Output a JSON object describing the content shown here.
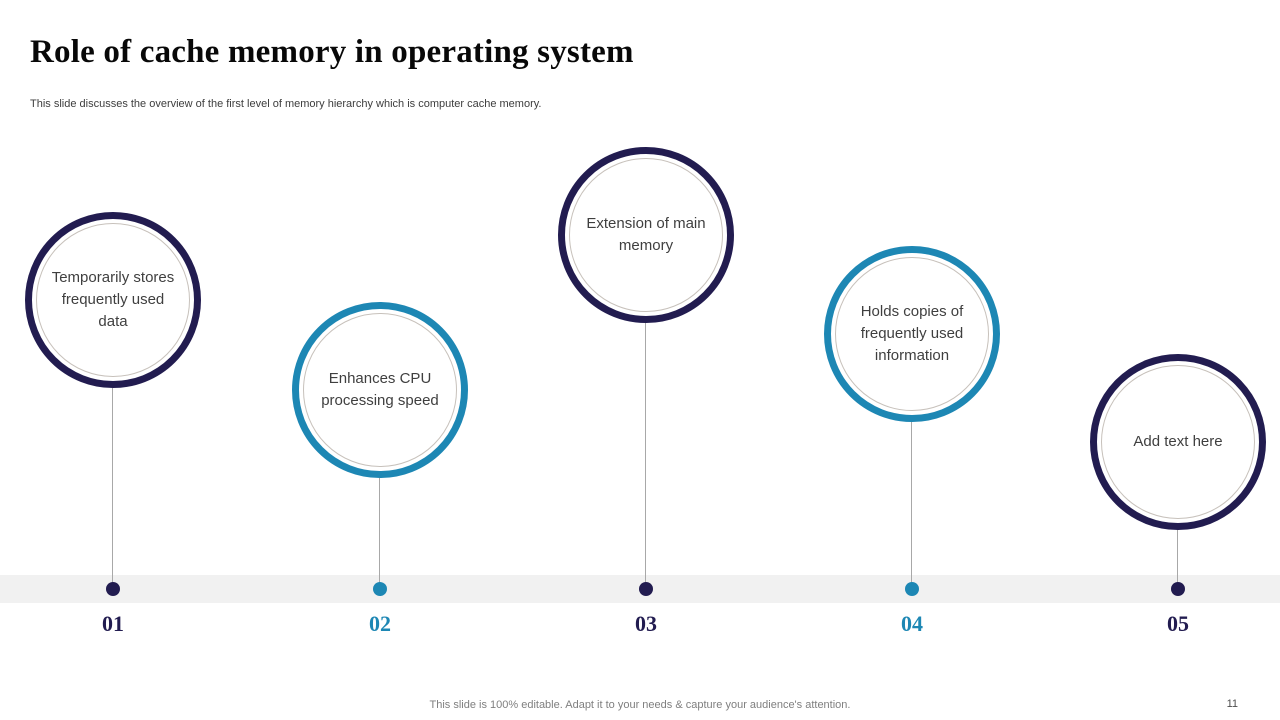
{
  "slide": {
    "title": "Role of cache memory in operating system",
    "subtitle": "This slide discusses the overview of the first level of memory  hierarchy which is computer cache memory.",
    "footer_note": "This slide is 100% editable. Adapt it to your needs & capture your audience's attention.",
    "page_number": "11"
  },
  "colors": {
    "navy": "#221c50",
    "teal": "#1d87b4",
    "band_gray": "#f1f1f1",
    "circle_text": "#3f3f3f",
    "inner_ring": "#c7c1bb"
  },
  "timeline": {
    "items": [
      {
        "number": "01",
        "text": "Temporarily stores frequently used data",
        "color": "navy"
      },
      {
        "number": "02",
        "text": "Enhances CPU processing speed",
        "color": "teal"
      },
      {
        "number": "03",
        "text": "Extension of main memory",
        "color": "navy"
      },
      {
        "number": "04",
        "text": "Holds copies of frequently used information",
        "color": "teal"
      },
      {
        "number": "05",
        "text": "Add text here",
        "color": "navy"
      }
    ]
  }
}
